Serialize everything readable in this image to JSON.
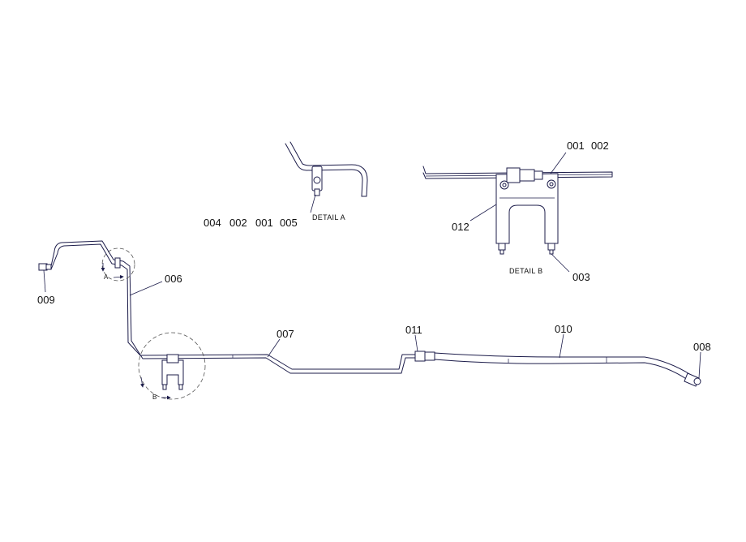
{
  "callouts": {
    "c009": "009",
    "c006": "006",
    "c007": "007",
    "c011": "011",
    "c010": "010",
    "c008": "008",
    "detA_004": "004",
    "detA_002": "002",
    "detA_001": "001",
    "detA_005": "005",
    "detB_001": "001",
    "detB_002": "002",
    "detB_012": "012",
    "detB_003": "003"
  },
  "details": {
    "a_title": "DETAIL  A",
    "b_title": "DETAIL  B",
    "a_letter": "A",
    "b_letter": "B"
  },
  "colors": {
    "line": "#1c1c4a",
    "background": "#ffffff"
  }
}
